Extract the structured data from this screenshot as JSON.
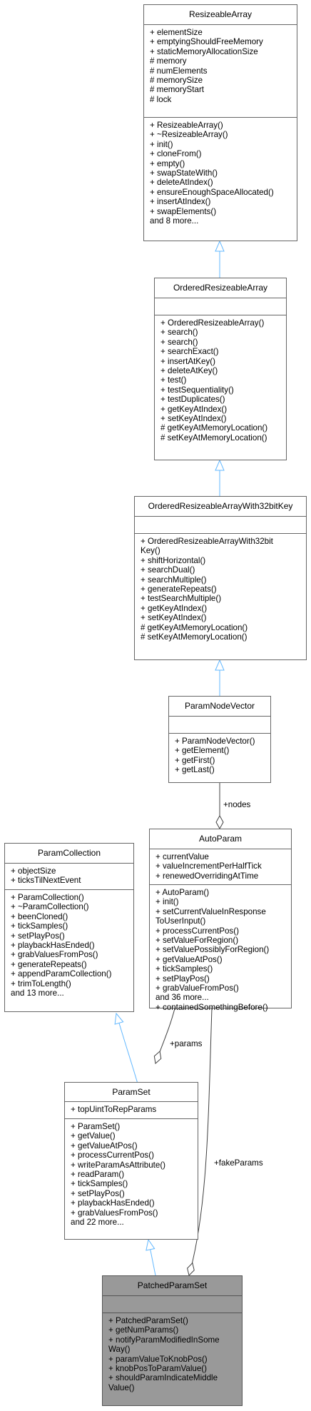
{
  "classes": {
    "resizeable_array": {
      "name": "ResizeableArray",
      "attributes": [
        "+ elementSize",
        "+ emptyingShouldFreeMemory",
        "+ staticMemoryAllocationSize",
        "# memory",
        "# numElements",
        "# memorySize",
        "# memoryStart",
        "# lock"
      ],
      "methods": [
        "+ ResizeableArray()",
        "+ ~ResizeableArray()",
        "+ init()",
        "+ cloneFrom()",
        "+ empty()",
        "+ swapStateWith()",
        "+ deleteAtIndex()",
        "+ ensureEnoughSpaceAllocated()",
        "+ insertAtIndex()",
        "+ swapElements()",
        "and 8 more..."
      ]
    },
    "ordered_resizeable_array": {
      "name": "OrderedResizeableArray",
      "attributes": [],
      "methods": [
        "+ OrderedResizeableArray()",
        "+ search()",
        "+ search()",
        "+ searchExact()",
        "+ insertAtKey()",
        "+ deleteAtKey()",
        "+ test()",
        "+ testSequentiality()",
        "+ testDuplicates()",
        "+ getKeyAtIndex()",
        "+ setKeyAtIndex()",
        "# getKeyAtMemoryLocation()",
        "# setKeyAtMemoryLocation()"
      ]
    },
    "ordered_resizeable_array_32bit": {
      "name": "OrderedResizeableArrayWith32bitKey",
      "attributes": [],
      "methods": [
        "+ OrderedResizeableArrayWith32bit",
        "Key()",
        "+ shiftHorizontal()",
        "+ searchDual()",
        "+ searchMultiple()",
        "+ generateRepeats()",
        "+ testSearchMultiple()",
        "+ getKeyAtIndex()",
        "+ setKeyAtIndex()",
        "# getKeyAtMemoryLocation()",
        "# setKeyAtMemoryLocation()"
      ]
    },
    "param_node_vector": {
      "name": "ParamNodeVector",
      "attributes": [],
      "methods": [
        "+ ParamNodeVector()",
        "+ getElement()",
        "+ getFirst()",
        "+ getLast()"
      ]
    },
    "param_collection": {
      "name": "ParamCollection",
      "attributes": [
        "+ objectSize",
        "+ ticksTilNextEvent"
      ],
      "methods": [
        "+ ParamCollection()",
        "+ ~ParamCollection()",
        "+ beenCloned()",
        "+ tickSamples()",
        "+ setPlayPos()",
        "+ playbackHasEnded()",
        "+ grabValuesFromPos()",
        "+ generateRepeats()",
        "+ appendParamCollection()",
        "+ trimToLength()",
        "and 13 more..."
      ]
    },
    "auto_param": {
      "name": "AutoParam",
      "attributes": [
        "+ currentValue",
        "+ valueIncrementPerHalfTick",
        "+ renewedOverridingAtTime"
      ],
      "methods": [
        "+ AutoParam()",
        "+ init()",
        "+ setCurrentValueInResponse",
        "ToUserInput()",
        "+ processCurrentPos()",
        "+ setValueForRegion()",
        "+ setValuePossiblyForRegion()",
        "+ getValueAtPos()",
        "+ tickSamples()",
        "+ setPlayPos()",
        "+ grabValueFromPos()",
        "and 36 more...",
        "+ containedSomethingBefore()"
      ]
    },
    "param_set": {
      "name": "ParamSet",
      "attributes": [
        "+ topUintToRepParams"
      ],
      "methods": [
        "+ ParamSet()",
        "+ getValue()",
        "+ getValueAtPos()",
        "+ processCurrentPos()",
        "+ writeParamAsAttribute()",
        "+ readParam()",
        "+ tickSamples()",
        "+ setPlayPos()",
        "+ playbackHasEnded()",
        "+ grabValuesFromPos()",
        "and 22 more..."
      ]
    },
    "patched_param_set": {
      "name": "PatchedParamSet",
      "attributes": [],
      "methods": [
        "+ PatchedParamSet()",
        "+ getNumParams()",
        "+ notifyParamModifiedInSome",
        "Way()",
        "+ paramValueToKnobPos()",
        "+ knobPosToParamValue()",
        "+ shouldParamIndicateMiddle",
        "Value()"
      ]
    }
  },
  "edge_labels": {
    "nodes": "+nodes",
    "params": "+params",
    "fake_params": "+fakeParams"
  },
  "colors": {
    "inheritance_arrow": "#63b8ff",
    "association": "#404040",
    "highlight_fill": "#999999",
    "border": "#666666"
  }
}
